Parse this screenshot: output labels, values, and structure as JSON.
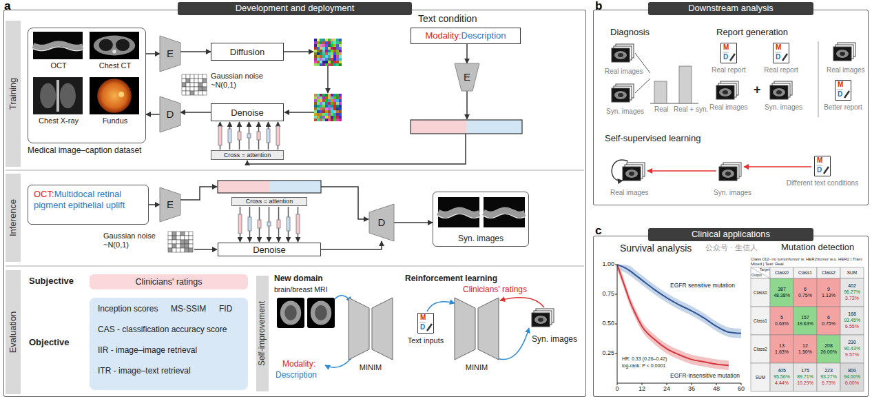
{
  "diagram": {
    "nodes": [
      {
        "text": [
          "Development and deployment"
        ]
      },
      {
        "text": [
          "Training"
        ],
        "in": 0
      },
      {
        "text": [
          "Inference"
        ],
        "in": 0
      },
      {
        "text": [
          "Evaluation"
        ],
        "in": 0
      },
      {
        "text": [
          "OCT",
          "Chest CT",
          "Chest X-ray",
          "Fundus",
          "Medical image–caption dataset"
        ],
        "in": 0
      },
      {
        "text": [
          "E"
        ],
        "in": 0
      },
      {
        "text": [
          "Diffusion"
        ],
        "in": 0
      },
      {
        "text": [
          "D"
        ],
        "in": 0
      },
      {
        "text": [
          "Denoise"
        ],
        "in": 0
      },
      {
        "text": [
          "Cross = attention"
        ],
        "in": 0
      },
      {
        "text": [
          "Text condition",
          "Modality:",
          "Description"
        ],
        "in": 0
      },
      {
        "text": [
          "E"
        ],
        "in": 0
      },
      {
        "text": [
          "OCT:",
          "Multidocal retinal pigment epithelial uplift"
        ],
        "in": 0
      },
      {
        "text": [
          "E"
        ],
        "in": 0
      },
      {
        "text": [
          "Cross = attention"
        ],
        "in": 0
      },
      {
        "text": [
          "Denoise"
        ],
        "in": 0
      },
      {
        "text": [
          "D"
        ],
        "in": 0
      },
      {
        "text": [
          "Syn. images"
        ],
        "in": 0
      },
      {
        "text": [
          "Clinicians' ratings"
        ],
        "in": 0
      },
      {
        "text": [
          "Inception scores",
          "MS-SSIM",
          "FID",
          "CAS - classification accuracy score",
          "IIR - image–image retrieval",
          "ITR - image–text retrieval"
        ],
        "in": 0
      },
      {
        "text": [
          "Self-improvement"
        ],
        "in": 0
      },
      {
        "text": [
          "MINIM"
        ],
        "in": 0
      },
      {
        "text": [
          "M",
          "D",
          "Text inputs"
        ],
        "in": 0
      },
      {
        "text": [
          "MINIM"
        ],
        "in": 0
      },
      {
        "text": [
          "Downstream analysis"
        ]
      },
      {
        "text": [
          "M",
          "D",
          "Real report"
        ],
        "in": 24
      },
      {
        "text": [
          "M",
          "D",
          "Real report"
        ],
        "in": 24
      },
      {
        "text": [
          "M",
          "D",
          "Better report"
        ],
        "in": 24
      },
      {
        "text": [
          "M",
          "D",
          "Different text conditions"
        ],
        "in": 24
      },
      {
        "text": [
          "Clinical applications"
        ]
      }
    ],
    "edges": [
      {
        "from": 4,
        "to": 5,
        "arrow": "to"
      },
      {
        "from": 5,
        "to": 6,
        "arrow": "to"
      },
      {
        "from": 8,
        "to": 7,
        "arrow": "to"
      },
      {
        "from": 7,
        "to": 4,
        "arrow": "to"
      },
      {
        "from": 10,
        "to": 11,
        "arrow": "to"
      },
      {
        "from": 12,
        "to": 13,
        "arrow": "to"
      },
      {
        "from": 15,
        "to": 16,
        "arrow": "to"
      },
      {
        "from": 16,
        "to": 17,
        "arrow": "to"
      }
    ],
    "labels": [
      "a",
      "b",
      "c",
      "Gaussian noise ~N(0,1)",
      "Gaussian noise ~N(0,1)",
      "Subjective",
      "Objective",
      "New domain",
      "brain/breast MRI",
      "Modality:",
      "Description",
      "Reinforcement learning",
      "Clinicians' ratings",
      "Syn. images",
      "Diagnosis",
      "Real images",
      "Syn. images",
      "Real",
      "Real + syn.",
      "Report generation",
      "Real images",
      "+",
      "Syn. images",
      "Real images",
      "Self-supervised learning",
      "Real images",
      "Syn. images",
      "Survival analysis",
      "Mutation detection",
      "1.00",
      "0.75",
      "0.50",
      "0.25",
      "0",
      "12",
      "24",
      "36",
      "48",
      "60",
      "EGFR sensitive mutation",
      "EGFR-insensitive mutation",
      "HR: 0.33 (0.26–0.42)",
      "log-rank: P < 0.0001",
      "公众号 · 生信人",
      "Class 012- no tumor/tumor w. HER2/tumor w.o. HER2 | Train: Mixed | Test: Real",
      "Target",
      "Output",
      "Class0",
      "Class1",
      "Class2",
      "SUM",
      "Class0",
      "Class1",
      "Class2",
      "SUM",
      "387",
      "48.38%",
      "6",
      "0.75%",
      "9",
      "1.13%",
      "402",
      "96.27%",
      "3.73%",
      "5",
      "0.63%",
      "157",
      "19.63%",
      "6",
      "0.75%",
      "168",
      "93.45%",
      "6.55%",
      "13",
      "1.63%",
      "12",
      "1.50%",
      "208",
      "26.00%",
      "230",
      "90.43%",
      "9.57%",
      "405",
      "95.56%",
      "4.44%",
      "175",
      "89.71%",
      "10.29%",
      "223",
      "93.27%",
      "6.73%",
      "800",
      "94.00%",
      "6.00%"
    ]
  }
}
